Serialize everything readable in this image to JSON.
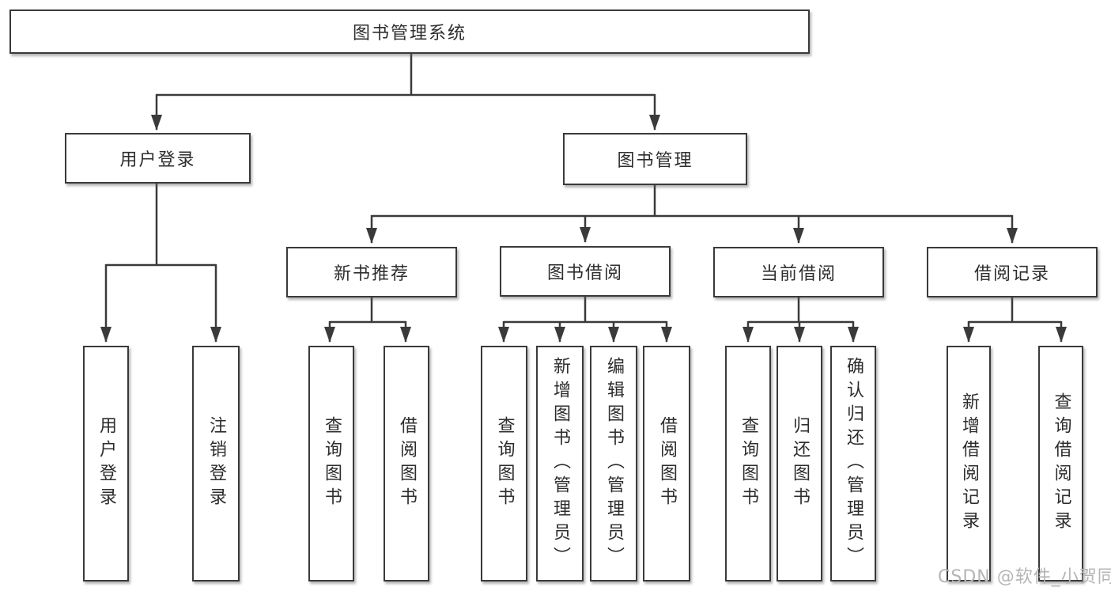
{
  "diagram": {
    "root": {
      "label": "图书管理系统"
    },
    "branches": [
      {
        "label": "用户登录",
        "children": [
          {
            "label": "用户登录"
          },
          {
            "label": "注销登录"
          }
        ]
      },
      {
        "label": "图书管理",
        "children": [
          {
            "label": "新书推荐",
            "children": [
              {
                "label": "查询图书"
              },
              {
                "label": "借阅图书"
              }
            ]
          },
          {
            "label": "图书借阅",
            "children": [
              {
                "label": "查询图书"
              },
              {
                "label": "新增图书（管理员）"
              },
              {
                "label": "编辑图书（管理员）"
              },
              {
                "label": "借阅图书"
              }
            ]
          },
          {
            "label": "当前借阅",
            "children": [
              {
                "label": "查询图书"
              },
              {
                "label": "归还图书"
              },
              {
                "label": "确认归还（管理员）"
              }
            ]
          },
          {
            "label": "借阅记录",
            "children": [
              {
                "label": "新增借阅记录"
              },
              {
                "label": "查询借阅记录"
              }
            ]
          }
        ]
      }
    ]
  },
  "watermark": {
    "text": "CSDN @软件_小贺同学",
    "color": "#b5b5b5"
  },
  "colors": {
    "line": "#3a3a3a",
    "box_border": "#3a3a3a",
    "text": "#2d2d2d",
    "background": "#ffffff"
  }
}
